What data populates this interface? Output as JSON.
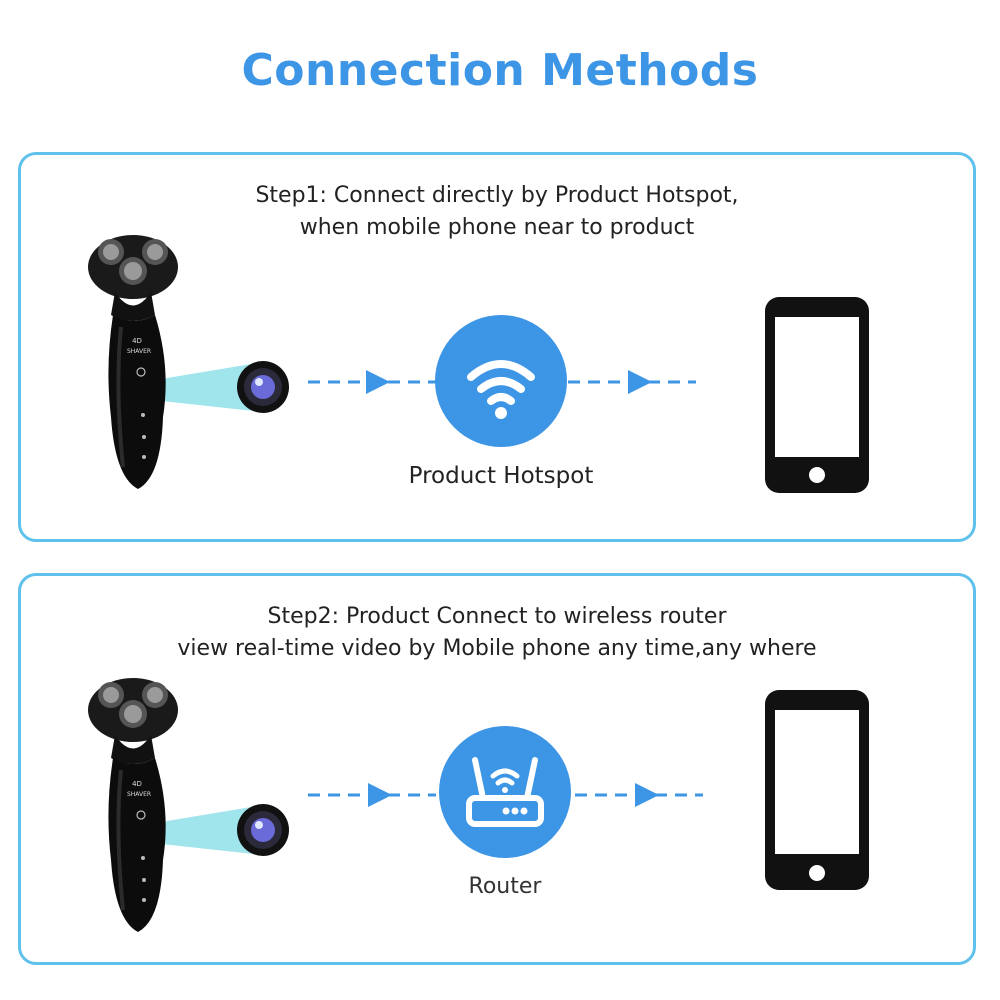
{
  "title": "Connection Methods",
  "colors": {
    "accent": "#3d95e6",
    "panel_border": "#5fc1ec",
    "device": "#111111"
  },
  "step1": {
    "line1": "Step1: Connect directly by  Product  Hotspot,",
    "line2": "when mobile phone near to product",
    "hub_label": "Product Hotspot",
    "hub_icon": "wifi-icon"
  },
  "step2": {
    "line1": "Step2: Product Connect to wireless router",
    "line2": "view real-time video by Mobile phone any time,any where",
    "hub_label": "Router",
    "hub_icon": "router-icon"
  },
  "product": {
    "brand_mark": "4D SHAVER"
  }
}
